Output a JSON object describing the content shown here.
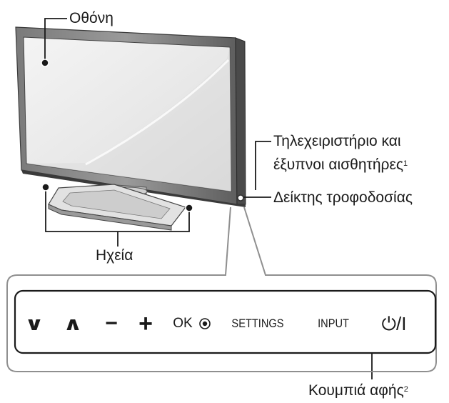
{
  "labels": {
    "screen": "Οθόνη",
    "remote_sensor_line1": "Τηλεχειριστήριο και",
    "remote_sensor_line2": "έξυπνοι αισθητήρες",
    "remote_sensor_note": "1",
    "power_indicator": "Δείκτης τροφοδοσίας",
    "speakers": "Ηχεία",
    "touch_buttons": "Κουμπιά αφής",
    "touch_buttons_note": "2"
  },
  "buttons": {
    "down": "∨",
    "up": "∧",
    "minus": "−",
    "plus": "+",
    "ok": "OK",
    "settings": "SETTINGS",
    "input": "INPUT",
    "power": "⏻/I"
  },
  "icons": {
    "ok": "ok-radio-icon",
    "power": "power-icon"
  }
}
